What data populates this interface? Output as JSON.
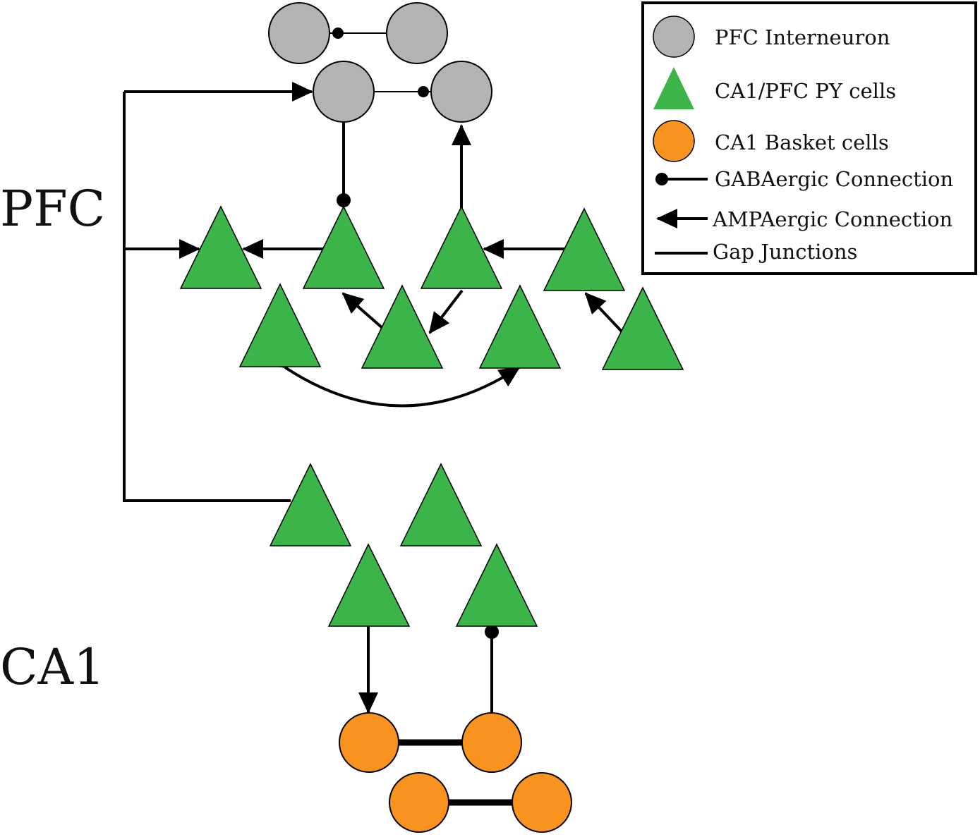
{
  "regions": {
    "pfc": "PFC",
    "ca1": "CA1"
  },
  "legend": {
    "interneuron": "PFC Interneuron",
    "py_cells": "CA1/PFC PY cells",
    "basket_cells": "CA1 Basket cells",
    "gabaergic": "GABAergic Connection",
    "ampaergic": "AMPAergic Connection",
    "gap_junctions": "Gap Junctions"
  },
  "colors": {
    "interneuron": "#b3b3b3",
    "py_cell": "#3bb44a",
    "basket_cell": "#f7931e",
    "line": "#000000"
  }
}
